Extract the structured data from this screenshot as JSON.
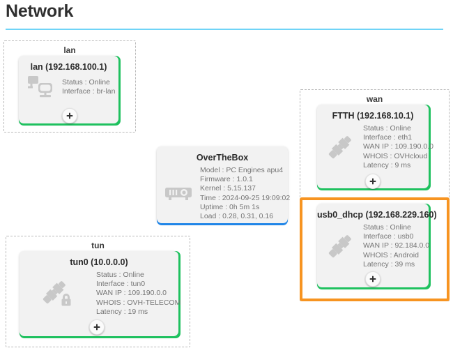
{
  "page": {
    "title": "Network",
    "divider_color": "#6fd4f7"
  },
  "colors": {
    "accent_green": "#1fc15f",
    "accent_blue": "#2186e8",
    "selection_orange": "#f79421",
    "card_bg": "#f2f2f2",
    "detail_text": "#757575"
  },
  "groups": {
    "lan": {
      "label": "lan"
    },
    "wan": {
      "label": "wan"
    },
    "tun": {
      "label": "tun"
    }
  },
  "cards": {
    "lan": {
      "title": "lan (192.168.100.1)",
      "icon": "network-computers-icon",
      "accent": "#1fc15f",
      "details": [
        "Status : Online",
        "Interface : br-lan"
      ],
      "add_label": "+"
    },
    "ftth": {
      "title": "FTTH (192.168.10.1)",
      "icon": "plug-connector-icon",
      "accent": "#1fc15f",
      "details": [
        "Status : Online",
        "Interface : eth1",
        "WAN IP : 109.190.0.0",
        "WHOIS : OVHcloud",
        "Latency : 9 ms"
      ],
      "add_label": "+"
    },
    "usb0_dhcp": {
      "title": "usb0_dhcp (192.168.229.160)",
      "icon": "plug-connector-icon",
      "accent": "#1fc15f",
      "selected": true,
      "details": [
        "Status : Online",
        "Interface : usb0",
        "WAN IP : 92.184.0.0",
        "WHOIS : Android",
        "Latency : 39 ms"
      ],
      "add_label": "+"
    },
    "tun0": {
      "title": "tun0 (10.0.0.0)",
      "icon": "plug-connector-lock-icon",
      "accent": "#1fc15f",
      "details": [
        "Status : Online",
        "Interface : tun0",
        "WAN IP : 109.190.0.0",
        "WHOIS : OVH-TELECOM",
        "Latency : 19 ms"
      ],
      "add_label": "+"
    },
    "overthebox": {
      "title": "OverTheBox",
      "icon": "projector-device-icon",
      "accent": "#2186e8",
      "details": [
        "Model : PC Engines apu4",
        "Firmware : 1.0.1",
        "Kernel : 5.15.137",
        "Time : 2024-09-25 19:09:02",
        "Uptime : 0h 5m 1s",
        "Load : 0.28, 0.31, 0.16"
      ]
    }
  }
}
